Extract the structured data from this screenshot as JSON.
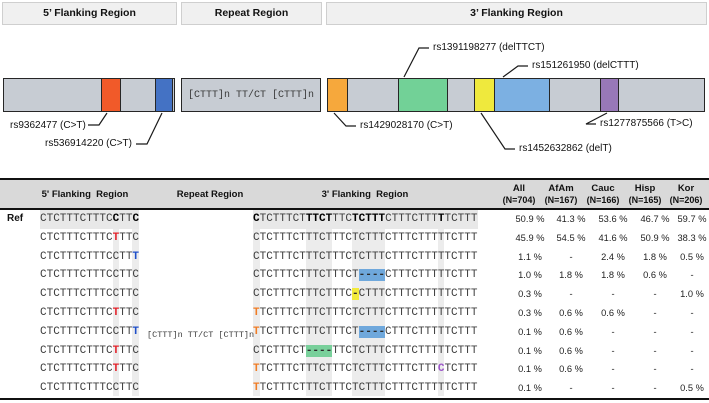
{
  "colors": {
    "bar_gray": "#c7ccd3",
    "orange_red": "#f15a29",
    "royal_blue": "#4472c4",
    "orange": "#f6a83c",
    "green": "#72d197",
    "yellow": "#efe93d",
    "light_blue": "#7cb0e2",
    "purple": "#9878b8",
    "red_letter": "#e3242b",
    "blue_letter": "#1f4fc9",
    "orange_letter": "#f07d26",
    "purple_letter": "#9c57c9"
  },
  "diagram": {
    "section_titles": [
      "5’ Flanking Region",
      "Repeat Region",
      "3’ Flanking Region"
    ],
    "repeat_bar_text": "[CTTT]n TT/CT [CTTT]n",
    "snp_labels": {
      "rs9362477": "rs9362477 (C>T)",
      "rs536914220": "rs536914220 (C>T)",
      "rs1391198277": "rs1391198277 (delTTCT)",
      "rs151261950": "rs151261950 (delCTTT)",
      "rs1429028170": "rs1429028170 (C>T)",
      "rs1452632862": "rs1452632862 (delT)",
      "rs1277875566": "rs1277875566 (T>C)"
    }
  },
  "table": {
    "column_headers": [
      "5' Flanking  Region",
      "Repeat Region",
      "3' Flanking  Region"
    ],
    "pop_columns": [
      {
        "name": "All",
        "n": "(N=704)"
      },
      {
        "name": "AfAm",
        "n": "(N=167)"
      },
      {
        "name": "Cauc",
        "n": "(N=166)"
      },
      {
        "name": "Hisp",
        "n": "(N=165)"
      },
      {
        "name": "Kor",
        "n": "(N=206)"
      }
    ],
    "ref_row_label": "Ref",
    "repeat_column_text": "[CTTT]n TT/CT [CTTT]n",
    "rows": [
      {
        "ref": true,
        "seq5": [
          [
            "CTCTTTCTTTC",
            "n"
          ],
          [
            "C",
            "b"
          ],
          [
            "TT",
            "n"
          ],
          [
            "C",
            "b"
          ]
        ],
        "seq3": [
          [
            "C",
            "b"
          ],
          [
            "TCTTTCT",
            "n"
          ],
          [
            "TTCT",
            "b"
          ],
          [
            "TTC",
            "n"
          ],
          [
            "TCTTT",
            "b"
          ],
          [
            "CTTTCTTT",
            "n"
          ],
          [
            "T",
            "b"
          ],
          [
            "TCTTT",
            "n"
          ]
        ],
        "freqs": [
          "50.9 %",
          "41.3 %",
          "53.6 %",
          "46.7 %",
          "59.7 %"
        ]
      },
      {
        "ref": false,
        "seq5": [
          [
            "CTCTTTCTTTC",
            "n"
          ],
          [
            "T",
            "r"
          ],
          [
            "TTC",
            "n"
          ]
        ],
        "seq3": [
          [
            "CTCTTTCTTTCTTTCTCTTTCTTTCTTTTTCTTT",
            "n"
          ]
        ],
        "freqs": [
          "45.9 %",
          "54.5 %",
          "41.6 %",
          "50.9 %",
          "38.3 %"
        ]
      },
      {
        "ref": false,
        "seq5": [
          [
            "CTCTTTCTTTCCTT",
            "n"
          ],
          [
            "T",
            "l"
          ]
        ],
        "seq3": [
          [
            "CTCTTTCTTTCTTTCTCTTTCTTTCTTTTTCTTT",
            "n"
          ]
        ],
        "freqs": [
          "1.1 %",
          "-",
          "2.4 %",
          "1.8 %",
          "0.5 %"
        ]
      },
      {
        "ref": false,
        "seq5": [
          [
            "CTCTTTCTTTCCTTC",
            "n"
          ]
        ],
        "seq3": [
          [
            "CTCTTTCTTTCTTTCT",
            "n"
          ],
          [
            "----",
            "B"
          ],
          [
            "CTTTCTTTTTCTTT",
            "n"
          ]
        ],
        "freqs": [
          "1.0 %",
          "1.8 %",
          "1.8 %",
          "0.6 %",
          "-"
        ]
      },
      {
        "ref": false,
        "seq5": [
          [
            "CTCTTTCTTTCCTTC",
            "n"
          ]
        ],
        "seq3": [
          [
            "CTCTTTCTTTCTTTC",
            "n"
          ],
          [
            "-",
            "Y"
          ],
          [
            "CTTTCTTTCTTTTTCTTT",
            "n"
          ]
        ],
        "freqs": [
          "0.3 %",
          "-",
          "-",
          "-",
          "1.0 %"
        ]
      },
      {
        "ref": false,
        "seq5": [
          [
            "CTCTTTCTTTC",
            "n"
          ],
          [
            "T",
            "r"
          ],
          [
            "TTC",
            "n"
          ]
        ],
        "seq3": [
          [
            "T",
            "o"
          ],
          [
            "TCTTTCTTTCTTTCTCTTTCTTTCTTTTTCTTT",
            "n"
          ]
        ],
        "freqs": [
          "0.3 %",
          "0.6 %",
          "0.6 %",
          "-",
          "-"
        ]
      },
      {
        "ref": false,
        "seq5": [
          [
            "CTCTTTCTTTCCTT",
            "n"
          ],
          [
            "T",
            "l"
          ]
        ],
        "seq3": [
          [
            "T",
            "o"
          ],
          [
            "TCTTTCTTTCTTTCT",
            "n"
          ],
          [
            "----",
            "B"
          ],
          [
            "CTTTCTTTTTCTTT",
            "n"
          ]
        ],
        "freqs": [
          "0.1 %",
          "0.6 %",
          "-",
          "-",
          "-"
        ]
      },
      {
        "ref": false,
        "seq5": [
          [
            "CTCTTTCTTTC",
            "n"
          ],
          [
            "T",
            "r"
          ],
          [
            "TTC",
            "n"
          ]
        ],
        "seq3": [
          [
            "CTCTTTCT",
            "n"
          ],
          [
            "----",
            "G"
          ],
          [
            "TTCTCTTTCTTTCTTTTTCTTT",
            "n"
          ]
        ],
        "freqs": [
          "0.1 %",
          "0.6 %",
          "-",
          "-",
          "-"
        ]
      },
      {
        "ref": false,
        "seq5": [
          [
            "CTCTTTCTTTC",
            "n"
          ],
          [
            "T",
            "r"
          ],
          [
            "TTC",
            "n"
          ]
        ],
        "seq3": [
          [
            "T",
            "o"
          ],
          [
            "TCTTTCTTTCTTTCTCTTTCTTTCTTT",
            "n"
          ],
          [
            "C",
            "p"
          ],
          [
            "TCTTT",
            "n"
          ]
        ],
        "freqs": [
          "0.1 %",
          "0.6 %",
          "-",
          "-",
          "-"
        ]
      },
      {
        "ref": false,
        "seq5": [
          [
            "CTCTTTCTTTCCTTC",
            "n"
          ]
        ],
        "seq3": [
          [
            "T",
            "o"
          ],
          [
            "TCTTTCTTTCTTTCTCTTTCTTTCTTTTTCTTT",
            "n"
          ]
        ],
        "freqs": [
          "0.1 %",
          "-",
          "-",
          "-",
          "0.5 %"
        ]
      }
    ]
  }
}
